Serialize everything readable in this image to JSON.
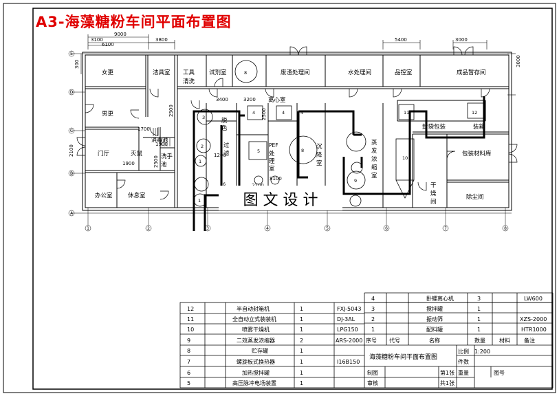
{
  "title": "A3-海藻糖粉车间平面布置图",
  "watermark": "图 文 设 计",
  "dimensions": {
    "d9000": "9000",
    "d3100": "3100",
    "d6100": "6100",
    "d3800": "3800",
    "d5400": "5400",
    "d3000top": "3000",
    "d300": "300",
    "d3000r": "3000",
    "d3400": "3400",
    "d3200": "3200",
    "d2500a": "2500",
    "d2500b": "2500",
    "d1700": "1700",
    "d2100": "2100",
    "d1900a": "1900",
    "d1900b": "1900",
    "d2500c": "2500",
    "d1200": "1200",
    "d2700": "2700",
    "d8100": "8100"
  },
  "grid": {
    "rows": [
      "E",
      "D",
      "C",
      "B",
      "A"
    ],
    "cols": [
      "1",
      "2",
      "3",
      "4",
      "5",
      "6",
      "7",
      "8"
    ]
  },
  "rooms": {
    "women": "女更",
    "men": "男更",
    "tools": "洁具室",
    "wash1": "工具",
    "wash2": "清洗",
    "reagent": "试剂室",
    "waste": "废渣处理间",
    "water": "水处理间",
    "qc": "品控室",
    "product": "成品暂存间",
    "hall": "门厅",
    "fire": "灭鼠",
    "office": "办公室",
    "rest": "休息室",
    "buffer": "消毒池",
    "hand1": "洗手",
    "hand2": "池",
    "centrifuge": "离心室",
    "decolor1": "脱",
    "decolor2": "色",
    "filter1": "过",
    "filter2": "滤",
    "pef1": "PEF",
    "pef2": "处",
    "pef3": "理",
    "pef4": "室",
    "sediment1": "沉",
    "sediment2": "降",
    "sediment3": "室",
    "evap1": "蒸",
    "evap2": "发",
    "evap3": "浓",
    "evap4": "缩",
    "evap5": "室",
    "dry1": "干",
    "dry2": "燥",
    "dry3": "间",
    "seal": "封袋包装",
    "box": "装箱",
    "pack": "包装材料库",
    "dust": "除尘间"
  },
  "equipment_numbers": {
    "n8a": "8",
    "n3": "3",
    "n4a": "4",
    "n4b": "4",
    "n4c": "4",
    "n2": "2",
    "n1a": "1",
    "n1b": "1",
    "n5": "5",
    "n6": "6",
    "n8b": "8",
    "n9": "9",
    "n10": "10",
    "n11": "11",
    "n12": "12"
  },
  "parts_table": {
    "rows_left": [
      {
        "no": "12",
        "name": "半自动封箱机",
        "qty": "1",
        "model": "FXJ-5043"
      },
      {
        "no": "11",
        "name": "全自动立式装装机",
        "qty": "1",
        "model": "DJ-3AL"
      },
      {
        "no": "10",
        "name": "喷雾干燥机",
        "qty": "1",
        "model": "LPG150"
      },
      {
        "no": "9",
        "name": "二效蒸发浓缩器",
        "qty": "2",
        "model": "ARS-2000"
      },
      {
        "no": "8",
        "name": "贮存罐",
        "qty": "1",
        "model": ""
      },
      {
        "no": "7",
        "name": "螺旋板式换热器",
        "qty": "1",
        "model": "I16B150"
      },
      {
        "no": "6",
        "name": "加热搅拌罐",
        "qty": "1",
        "model": ""
      },
      {
        "no": "5",
        "name": "高压脉冲电场装置",
        "qty": "1",
        "model": ""
      }
    ],
    "rows_right": [
      {
        "no": "4",
        "name": "卧螺离心机",
        "qty": "3",
        "model": "LW600"
      },
      {
        "no": "3",
        "name": "搅拌罐",
        "qty": "1",
        "model": ""
      },
      {
        "no": "2",
        "name": "振动筛",
        "qty": "1",
        "model": "XZS-2000"
      },
      {
        "no": "1",
        "name": "配料罐",
        "qty": "1",
        "model": "HTR1000"
      }
    ],
    "header": {
      "no": "序号",
      "code": "代号",
      "name": "名称",
      "qty": "数量",
      "material": "材料",
      "remarks": "备注"
    }
  },
  "title_block": {
    "drawing_name": "海藻糖粉车间平面布置图",
    "scale_label": "比例",
    "scale_value": "1:200",
    "pieces": "件数",
    "drawn": "制图",
    "checked": "审核",
    "sheet": "第1张",
    "weight": "重量",
    "total": "共1张",
    "drawing_no": "图号"
  }
}
